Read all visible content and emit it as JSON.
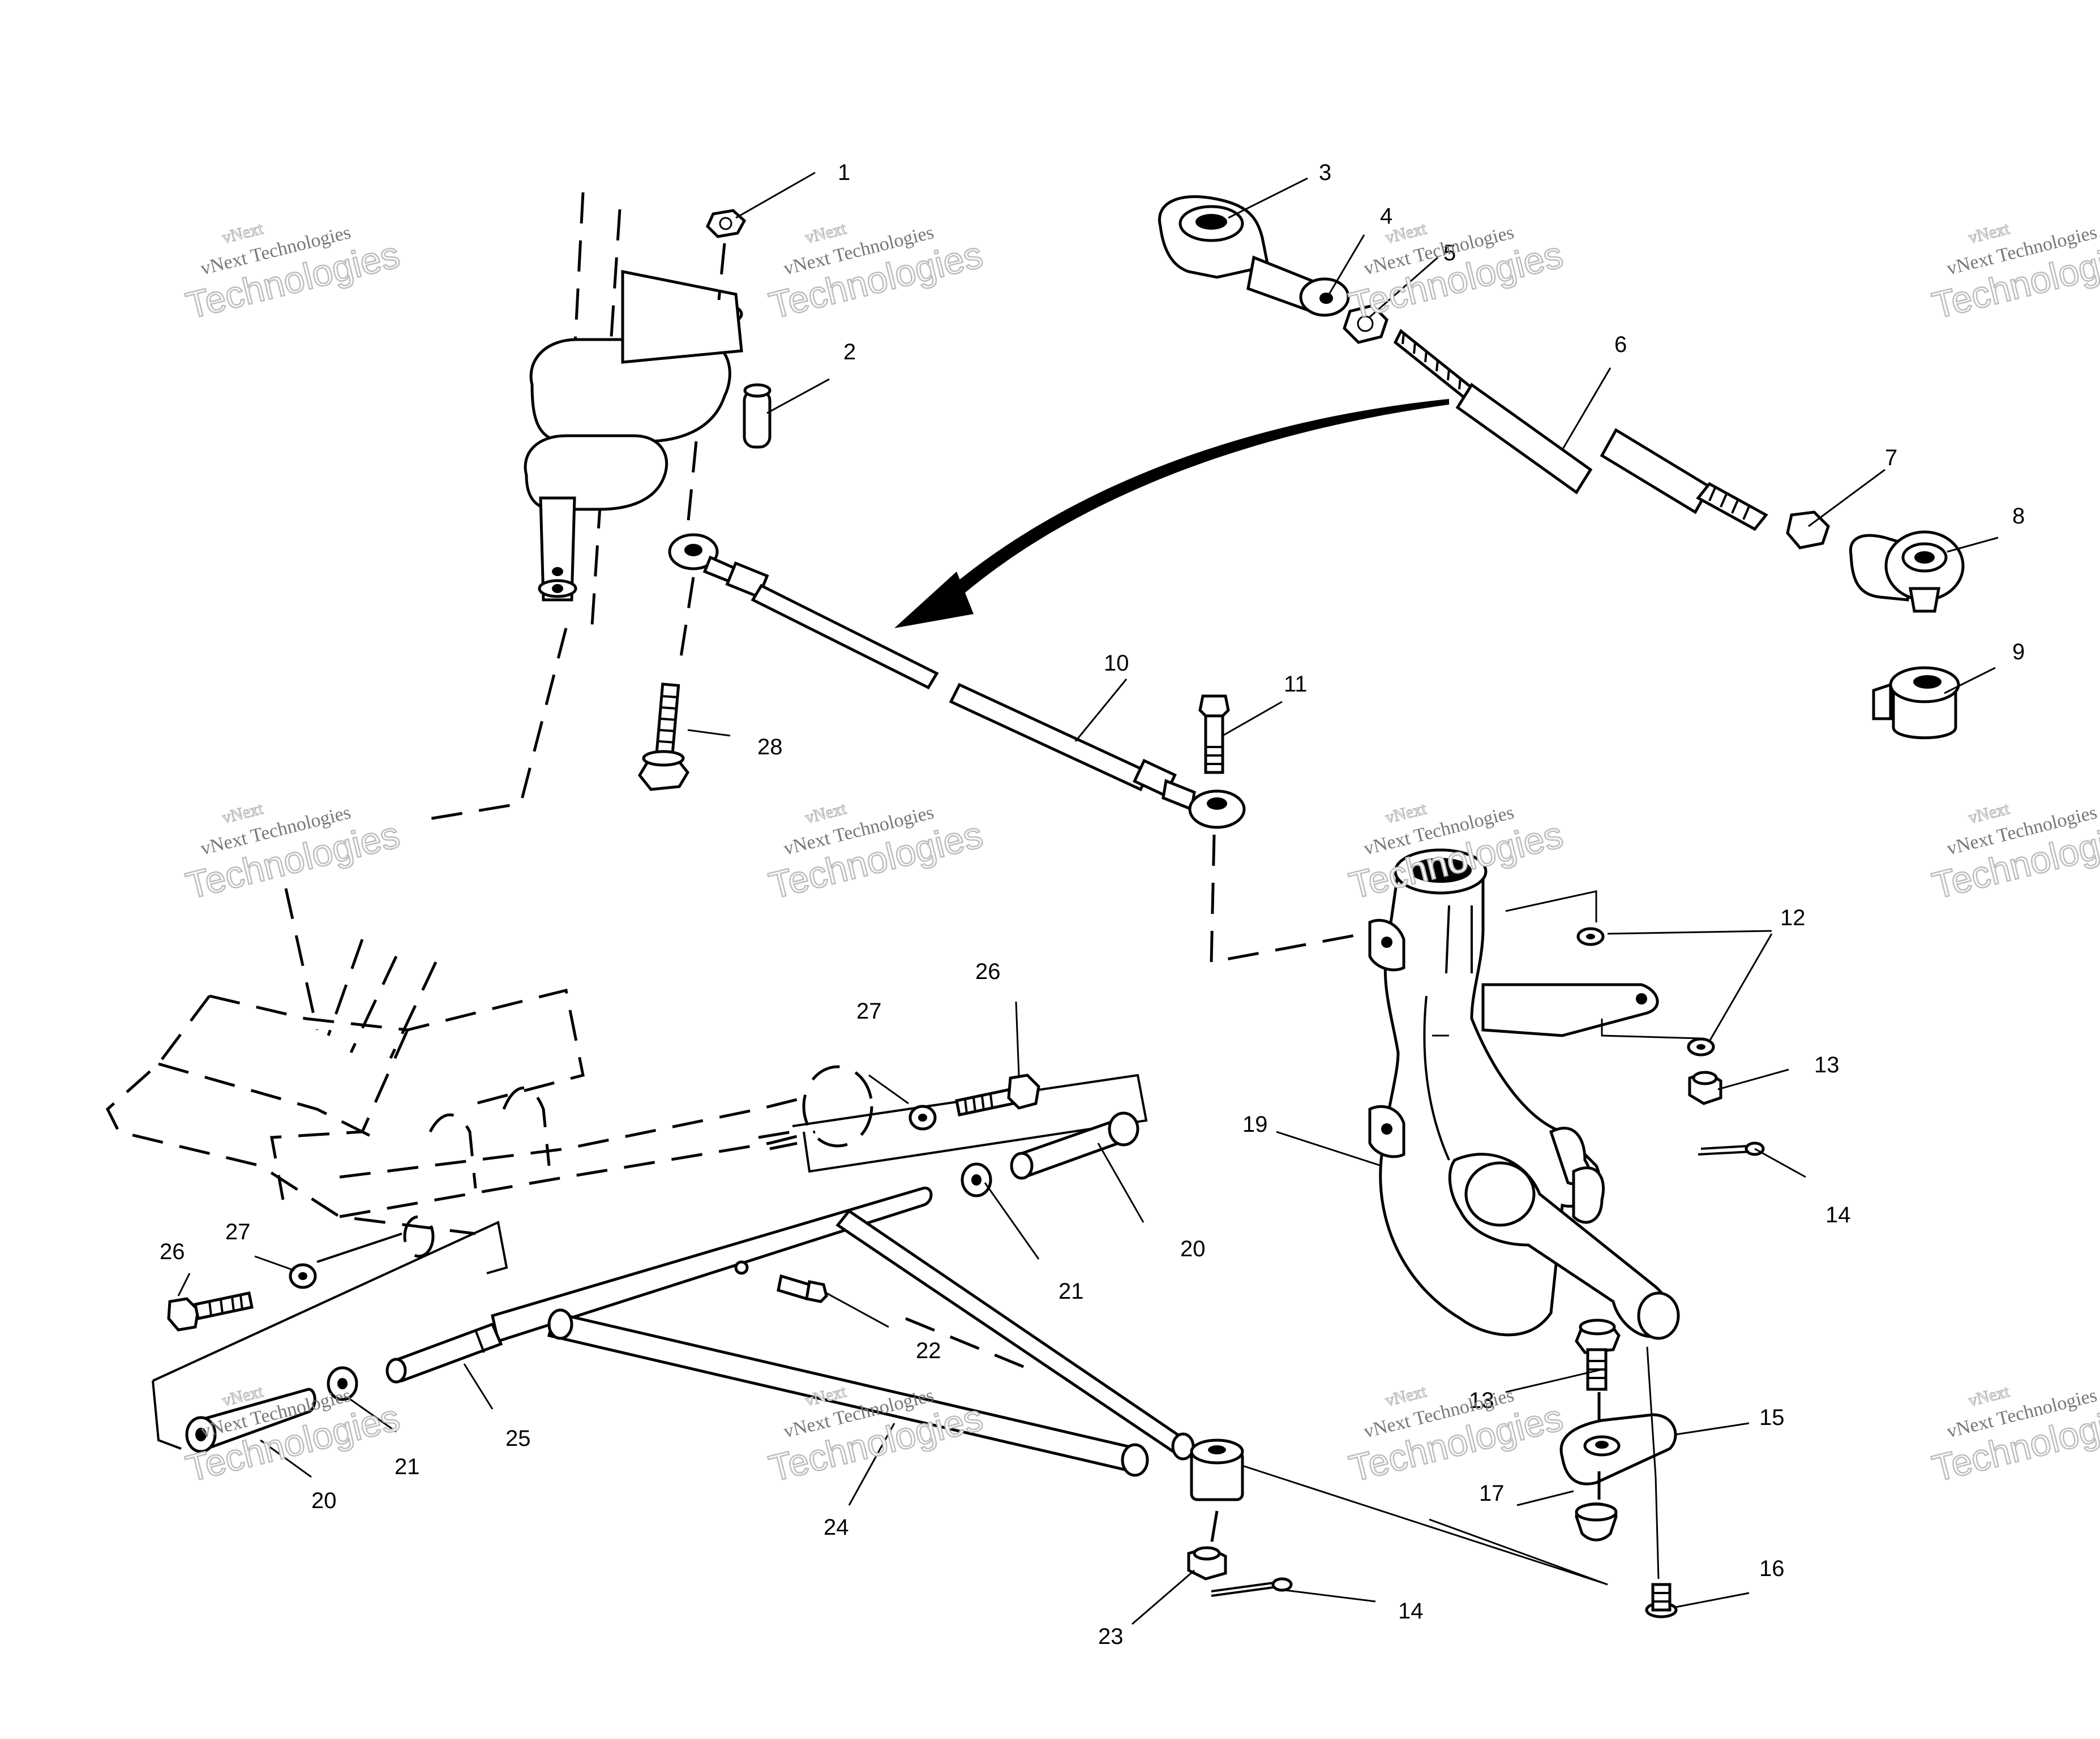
{
  "watermark": {
    "text": "vNext Technologies",
    "line1": "vNext",
    "line2": "Technologies"
  },
  "callouts": {
    "c1": "1",
    "c2": "2",
    "c3": "3",
    "c4": "4",
    "c5": "5",
    "c6": "6",
    "c7": "7",
    "c8": "8",
    "c9": "9",
    "c10": "10",
    "c11": "11",
    "c12": "12",
    "c13a": "13",
    "c13b": "13",
    "c14a": "14",
    "c14b": "14",
    "c15": "15",
    "c16": "16",
    "c17": "17",
    "c19": "19",
    "c20a": "20",
    "c20b": "20",
    "c21a": "21",
    "c21b": "21",
    "c22": "22",
    "c23": "23",
    "c24": "24",
    "c25": "25",
    "c26a": "26",
    "c26b": "26",
    "c27a": "27",
    "c27b": "27",
    "c28": "28"
  }
}
